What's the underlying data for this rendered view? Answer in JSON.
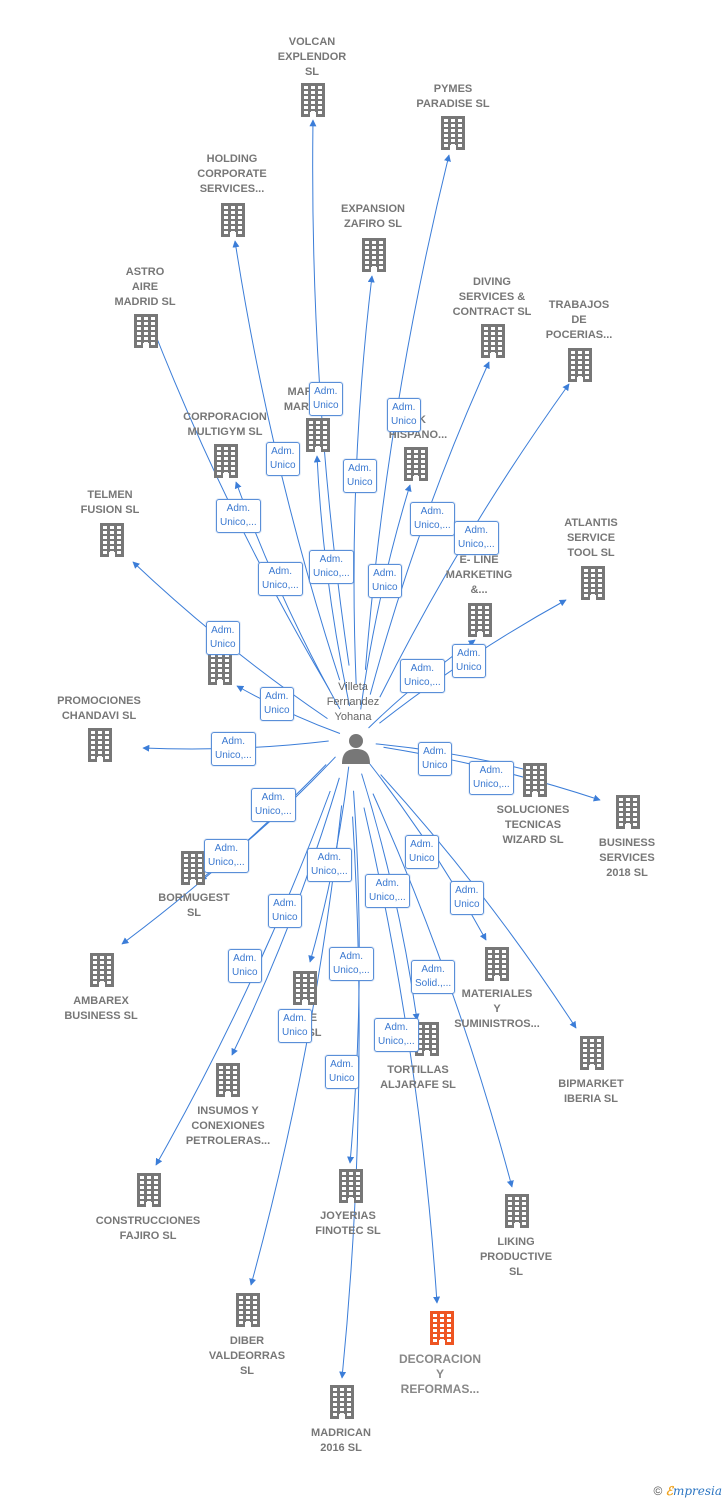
{
  "person": {
    "name": "Villeta\nFernandez\nYohana"
  },
  "colors": {
    "edge": "#3b7dd8",
    "building": "#777777",
    "highlight": "#ee5522",
    "badge_text": "#3a78d0"
  },
  "companies": [
    {
      "id": "volcan",
      "label": "VOLCAN\nEXPLENDOR\nSL",
      "icon": "building-icon"
    },
    {
      "id": "pymes",
      "label": "PYMES\nPARADISE  SL",
      "icon": "building-icon"
    },
    {
      "id": "holding",
      "label": "HOLDING\nCORPORATE\nSERVICES...",
      "icon": "building-icon"
    },
    {
      "id": "expansion",
      "label": "EXPANSION\nZAFIRO  SL",
      "icon": "building-icon"
    },
    {
      "id": "astro",
      "label": "ASTRO\nAIRE\nMADRID  SL",
      "icon": "building-icon"
    },
    {
      "id": "diving",
      "label": "DIVING\nSERVICES &\nCONTRACT  SL",
      "icon": "building-icon"
    },
    {
      "id": "trabajos",
      "label": "TRABAJOS\nDE\nPOCERIAS...",
      "icon": "building-icon"
    },
    {
      "id": "marvel",
      "label": "MAR\nMARV",
      "icon": "building-icon"
    },
    {
      "id": "hispano",
      "label": "CK\nHISPANO...",
      "icon": "building-icon"
    },
    {
      "id": "corporacion",
      "label": "CORPORACION\nMULTIGYM SL",
      "icon": "building-icon"
    },
    {
      "id": "telmen",
      "label": "TELMEN\nFUSION  SL",
      "icon": "building-icon"
    },
    {
      "id": "atlantis",
      "label": "ATLANTIS\nSERVICE\nTOOL  SL",
      "icon": "building-icon"
    },
    {
      "id": "eline",
      "label": "E- LINE\nMARKETING\n&...",
      "icon": "building-icon"
    },
    {
      "id": "avance",
      "label": "",
      "icon": "building-icon"
    },
    {
      "id": "promociones",
      "label": "PROMOCIONES\nCHANDAVI  SL",
      "icon": "building-icon"
    },
    {
      "id": "soluciones",
      "label": "SOLUCIONES\nTECNICAS\nWIZARD  SL",
      "icon": "building-icon"
    },
    {
      "id": "business",
      "label": "BUSINESS\nSERVICES\n2018  SL",
      "icon": "building-icon"
    },
    {
      "id": "bormugest",
      "label": "BORMUGEST\nSL",
      "icon": "building-icon"
    },
    {
      "id": "ambarex",
      "label": "AMBAREX\nBUSINESS  SL",
      "icon": "building-icon"
    },
    {
      "id": "materiales",
      "label": "MATERIALES\nY\nSUMINISTROS...",
      "icon": "building-icon"
    },
    {
      "id": "lovebusiness",
      "label": "L           VE\nBU             SL",
      "icon": "building-icon"
    },
    {
      "id": "tortillas",
      "label": "TORTILLAS\nALJARAFE  SL",
      "icon": "building-icon"
    },
    {
      "id": "bipmarket",
      "label": "BIPMARKET\nIBERIA  SL",
      "icon": "building-icon"
    },
    {
      "id": "insumos",
      "label": "INSUMOS Y\nCONEXIONES\nPETROLERAS...",
      "icon": "building-icon"
    },
    {
      "id": "construcciones",
      "label": "CONSTRUCCIONES\nFAJIRO  SL",
      "icon": "building-icon"
    },
    {
      "id": "joyerias",
      "label": "JOYERIAS\nFINOTEC  SL",
      "icon": "building-icon"
    },
    {
      "id": "liking",
      "label": "LIKING\nPRODUCTIVE\nSL",
      "icon": "building-icon"
    },
    {
      "id": "diber",
      "label": "DIBER\nVALDEORRAS\nSL",
      "icon": "building-icon"
    },
    {
      "id": "decoracion",
      "label": "DECORACION\nY\nREFORMAS...",
      "icon": "building-icon",
      "highlight": true
    },
    {
      "id": "madrican",
      "label": "MADRICAN\n2016  SL",
      "icon": "building-icon"
    }
  ],
  "badges": [
    "Adm.\nUnico",
    "Adm.\nUnico",
    "Adm.\nUnico",
    "Adm.\nUnico",
    "Adm.\nUnico,...",
    "Adm.\nUnico,...",
    "Adm.\nUnico,...",
    "Adm.\nUnico,...",
    "Adm.\nUnico",
    "Adm.\nUnico",
    "Adm.\nUnico,...",
    "Adm.\nUnico",
    "Adm.\nUnico,...",
    "Adm.\nUnico",
    "Adm.\nUnico",
    "Adm.\nUnico,...",
    "Adm.\nUnico,...",
    "Adm.\nUnico,...",
    "Adm.\nUnico,...",
    "Adm.\nUnico,...",
    "Adm.\nUnico",
    "Adm.\nUnico,...",
    "Adm.\nUnico",
    "Adm.\nUnico",
    "Adm.\nUnico",
    "Adm.\nUnico,...",
    "Adm.\nSolid.,...",
    "Adm.\nUnico,...",
    "Adm.\nUnico",
    "Adm.\nUnico"
  ],
  "footer": {
    "copyright": "©",
    "brand_first": "ℰ",
    "brand_rest": "mpresia"
  }
}
